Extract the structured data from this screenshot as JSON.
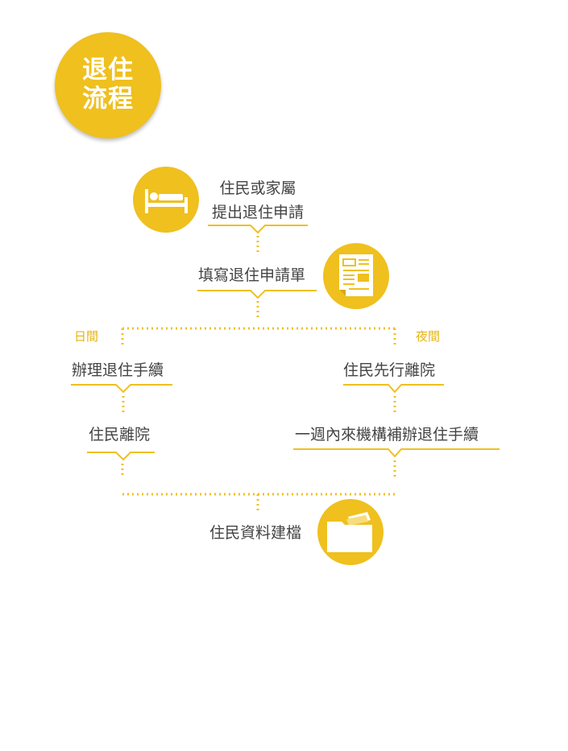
{
  "title": {
    "line1": "退住",
    "line2": "流程"
  },
  "steps": {
    "request_line1": "住民或家屬",
    "request_line2": "提出退住申請",
    "fill_form": "填寫退住申請單",
    "day_process": "辦理退住手續",
    "day_leave": "住民離院",
    "night_leave": "住民先行離院",
    "night_process": "一週內來機構補辦退住手續",
    "archive": "住民資料建檔"
  },
  "branches": {
    "day": "日間",
    "night": "夜間"
  },
  "icons": {
    "request": "bed-icon",
    "fill_form": "form-document-icon",
    "archive": "folder-icon"
  },
  "colors": {
    "accent": "#efc01e",
    "text": "#444444",
    "title_text": "#ffffff",
    "branch_label": "#e6b40f"
  }
}
